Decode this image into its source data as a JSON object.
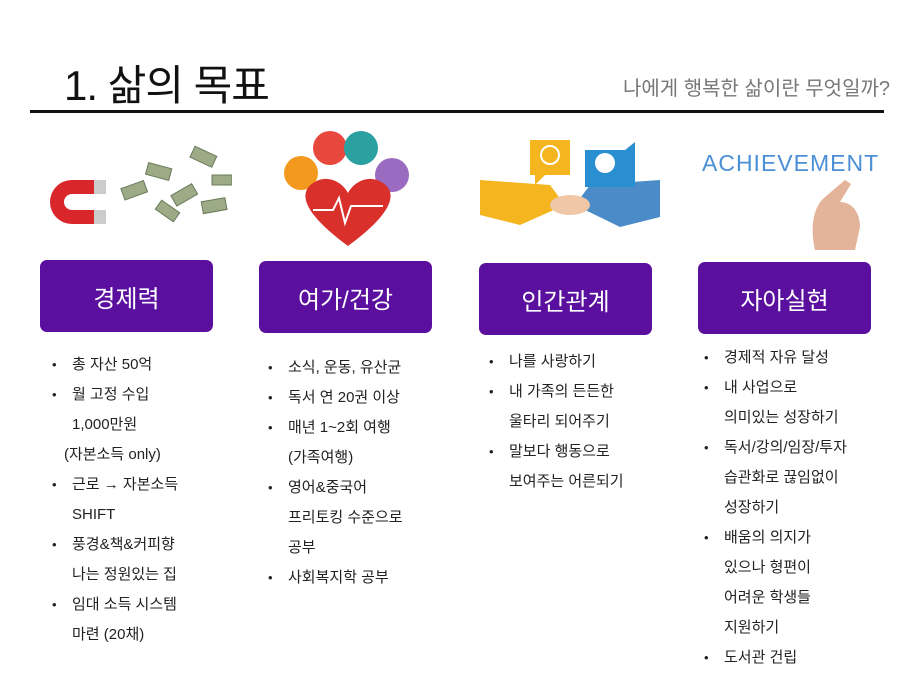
{
  "header": {
    "title": "1. 삶의 목표",
    "subtitle": "나에게 행복한 삶이란 무엇일까?"
  },
  "colors": {
    "box": "#5b0f9e"
  },
  "columns": [
    {
      "label": "경제력",
      "icon": "magnet-money-icon",
      "items": [
        {
          "lines": [
            "총 자산 50억"
          ]
        },
        {
          "lines": [
            "월 고정 수입",
            "1,000만원",
            "(자본소득 only)"
          ]
        },
        {
          "lines": [
            "근로 → 자본소득",
            "SHIFT"
          ]
        },
        {
          "lines": [
            "풍경&책&커피향",
            "나는 정원있는 집"
          ]
        },
        {
          "lines": [
            "임대 소득 시스템",
            "마련 (20채)"
          ]
        }
      ]
    },
    {
      "label": "여가/건강",
      "icon": "health-heart-icon",
      "items": [
        {
          "lines": [
            "소식, 운동, 유산균"
          ]
        },
        {
          "lines": [
            "독서 연 20권 이상"
          ]
        },
        {
          "lines": [
            "매년 1~2회 여행",
            "(가족여행)"
          ]
        },
        {
          "lines": [
            "영어&중국어",
            "프리토킹 수준으로",
            "공부"
          ]
        },
        {
          "lines": [
            "사회복지학 공부"
          ]
        }
      ]
    },
    {
      "label": "인간관계",
      "icon": "handshake-icon",
      "items": [
        {
          "lines": [
            "나를 사랑하기"
          ]
        },
        {
          "lines": [
            "내 가족의 든든한",
            "울타리 되어주기"
          ]
        },
        {
          "lines": [
            "말보다 행동으로",
            "보여주는 어른되기"
          ]
        }
      ]
    },
    {
      "label": "자아실현",
      "icon": "achievement-icon",
      "image_text": "ACHIEVEMENT",
      "items": [
        {
          "lines": [
            "경제적 자유 달성"
          ]
        },
        {
          "lines": [
            "내 사업으로",
            "의미있는 성장하기"
          ]
        },
        {
          "lines": [
            "독서/강의/임장/투자",
            "습관화로 끊임없이",
            "성장하기"
          ]
        },
        {
          "lines": [
            "배움의 의지가",
            "있으나 형편이",
            "어려운 학생들",
            "지원하기"
          ]
        },
        {
          "lines": [
            "도서관 건립"
          ]
        }
      ]
    }
  ]
}
